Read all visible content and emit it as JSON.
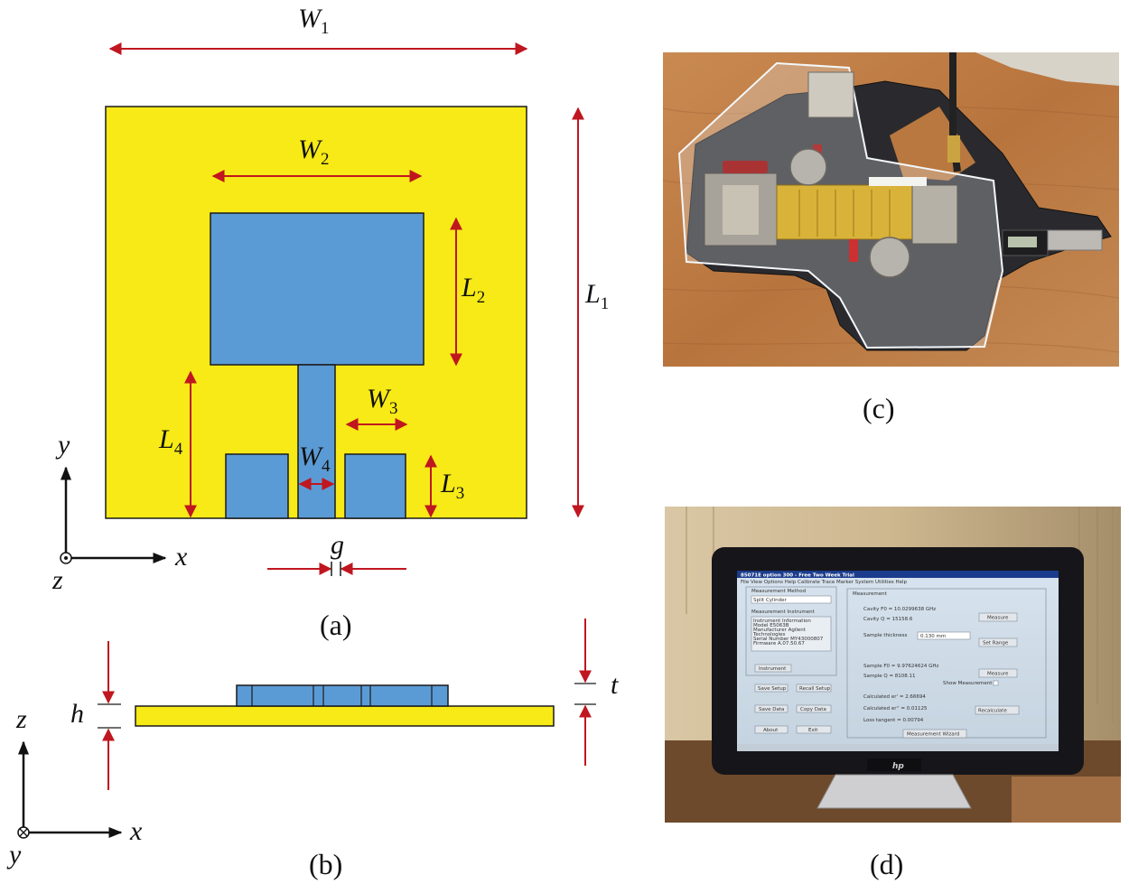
{
  "panels": {
    "a": {
      "caption": "(a)",
      "dimensions": {
        "W1": {
          "main": "W",
          "sub": "1"
        },
        "W2": {
          "main": "W",
          "sub": "2"
        },
        "W3": {
          "main": "W",
          "sub": "3"
        },
        "W4": {
          "main": "W",
          "sub": "4"
        },
        "L1": {
          "main": "L",
          "sub": "1"
        },
        "L2": {
          "main": "L",
          "sub": "2"
        },
        "L3": {
          "main": "L",
          "sub": "3"
        },
        "L4": {
          "main": "L",
          "sub": "4"
        },
        "g": "g"
      },
      "axes": {
        "y": "y",
        "x": "x",
        "z": "z"
      }
    },
    "b": {
      "caption": "(b)",
      "dimensions": {
        "h": "h",
        "t": "t"
      },
      "axes": {
        "z": "z",
        "x": "x",
        "y": "y"
      }
    },
    "c": {
      "caption": "(c)"
    },
    "d": {
      "caption": "(d)",
      "screen": {
        "window_title": "85071E option 300 - Free Two Week Trial",
        "menu": "File  View  Options  Help  Calibrate  Trace  Marker  System  Utilities  Help",
        "measurement_method_label": "Measurement Method",
        "method_value": "Split Cylinder",
        "instrument_label": "Measurement Instrument",
        "instrument_lines": [
          "Instrument Information",
          "Model       E5063B",
          "Manufacturer  Agilent",
          "Technologies",
          "Serial Number  MY43000807",
          "Firmware    A.07.50.67"
        ],
        "measurement_label": "Measurement",
        "cavity_f0": "Cavity F0    =  10.0299638 GHz",
        "cavity_q": "Cavity Q     =  15158.6",
        "sample_thickness": "Sample thickness",
        "thickness_value": "0.130 mm",
        "sample_f0": "Sample F0    =  9.97624624 GHz",
        "sample_q": "Sample Q     =  8108.11",
        "show_measurement": "Show Measurement",
        "calc_er": "Calculated er'  =  2.66694",
        "calc_er2": "Calculated er'' =  0.01125",
        "loss_tangent": "Loss tangent    =  0.00794",
        "buttons": [
          "Instrument",
          "Save Setup",
          "Recall Setup",
          "Save Data",
          "Copy Data",
          "About",
          "Exit"
        ],
        "right_buttons": [
          "Measure",
          "Set Range",
          "Measure",
          "Recalculate",
          "Measurement Wizard"
        ],
        "brand": "hp"
      }
    }
  },
  "colors": {
    "substrate": "#f7ea16",
    "patch": "#5b9bd5",
    "arrow": "#c0161f",
    "outline": "#1a1a1a"
  }
}
